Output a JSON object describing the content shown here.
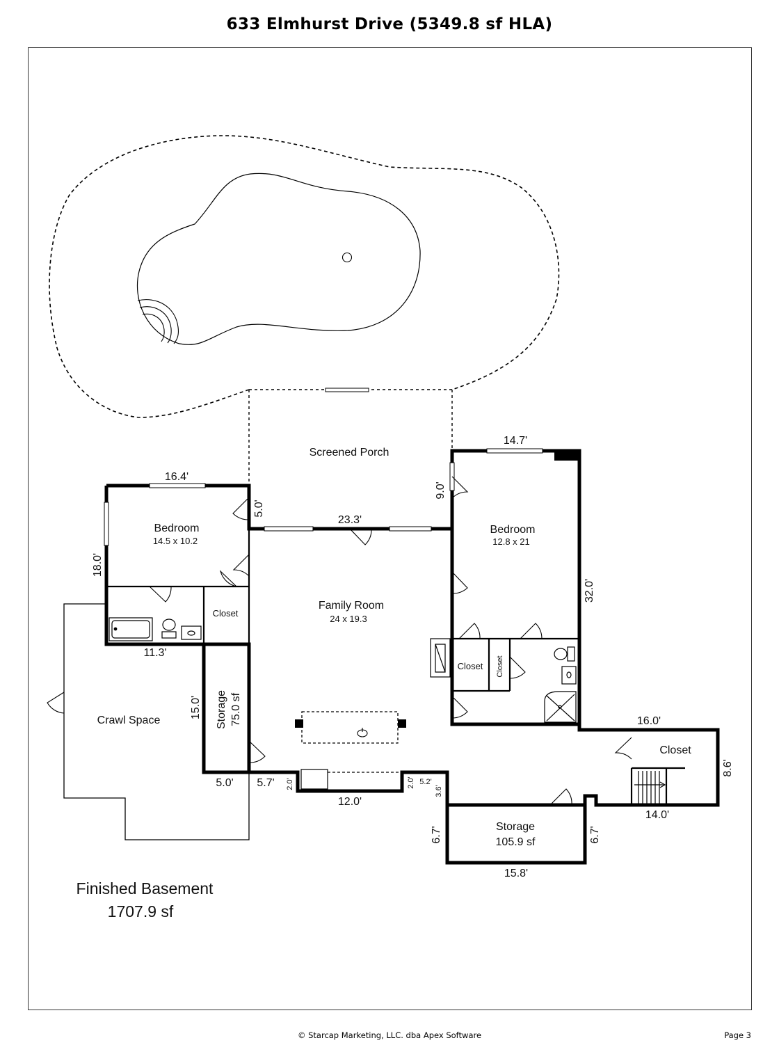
{
  "title": "633 Elmhurst Drive (5349.8 sf HLA)",
  "footer": {
    "copyright": "© Starcap Marketing, LLC. dba Apex Software",
    "page": "Page 3"
  },
  "summary": {
    "line1": "Finished Basement",
    "line2": "1707.9 sf"
  },
  "rooms": {
    "screened_porch": "Screened Porch",
    "bedroom_left": {
      "name": "Bedroom",
      "size": "14.5 x 10.2"
    },
    "bedroom_right": {
      "name": "Bedroom",
      "size": "12.8 x 21"
    },
    "family_room": {
      "name": "Family Room",
      "size": "24 x 19.3"
    },
    "closet_left": "Closet",
    "closet_mid": "Closet",
    "closet_small": "Closet",
    "closet_right": "Closet",
    "crawl_space": "Crawl Space",
    "storage_left": {
      "name": "Storage",
      "size": "75.0 sf"
    },
    "storage_bottom": {
      "name": "Storage",
      "size": "105.9 sf"
    }
  },
  "dimensions": {
    "d_16_4": "16.4'",
    "d_18_0": "18.0'",
    "d_5_0_porch": "5.0'",
    "d_23_3": "23.3'",
    "d_14_7": "14.7'",
    "d_9_0": "9.0'",
    "d_32_0": "32.0'",
    "d_11_3": "11.3'",
    "d_15_0": "15.0'",
    "d_5_0_bottom": "5.0'",
    "d_5_7": "5.7'",
    "d_2_0_a": "2.0'",
    "d_2_0_b": "2.0'",
    "d_12_0": "12.0'",
    "d_5_2": "5.2'",
    "d_3_6": "3.6'",
    "d_16_0": "16.0'",
    "d_8_6": "8.6'",
    "d_14_0": "14.0'",
    "d_6_7_left": "6.7'",
    "d_6_7_right": "6.7'",
    "d_15_8": "15.8'"
  }
}
